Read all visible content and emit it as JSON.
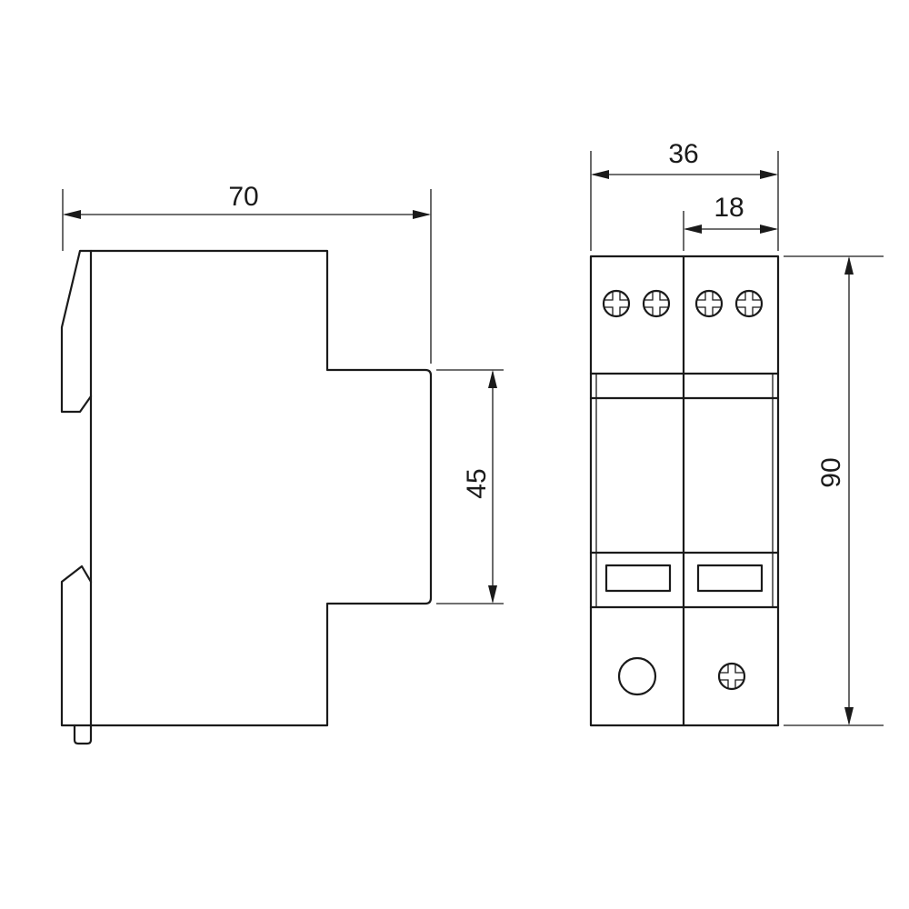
{
  "dimensions": {
    "side_width": "70",
    "side_depth": "45",
    "front_width": "36",
    "pole_width": "18",
    "height": "90"
  },
  "colors": {
    "line": "#1a1a1a",
    "background": "#ffffff"
  },
  "icons": {
    "terminal": "screw-terminal-icon",
    "indicator": "indicator-window-icon",
    "led": "status-led-icon"
  }
}
